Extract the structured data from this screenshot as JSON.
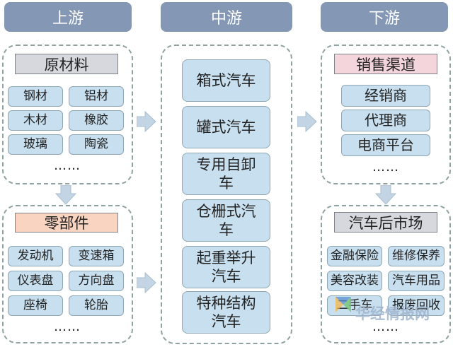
{
  "headers": {
    "upstream": "上游",
    "midstream": "中游",
    "downstream": "下游"
  },
  "raw_materials": {
    "title": "原材料",
    "items": [
      "钢材",
      "铝材",
      "木材",
      "橡胶",
      "玻璃",
      "陶瓷"
    ],
    "ellipsis": "……"
  },
  "parts": {
    "title": "零部件",
    "items": [
      "发动机",
      "变速箱",
      "仪表盘",
      "方向盘",
      "座椅",
      "轮胎"
    ],
    "ellipsis": "……"
  },
  "midstream_items": [
    "箱式汽车",
    "罐式汽车",
    "专用自卸车",
    "仓栅式汽车",
    "起重举升汽车",
    "特种结构汽车"
  ],
  "sales": {
    "title": "销售渠道",
    "items": [
      "经销商",
      "代理商",
      "电商平台"
    ],
    "ellipsis": "……"
  },
  "aftermarket": {
    "title": "汽车后市场",
    "items": [
      "金融保险",
      "维修保养",
      "美容改装",
      "汽车用品",
      "二手车",
      "报废回收"
    ],
    "ellipsis": "……"
  },
  "watermark": "华经情报网",
  "colors": {
    "header": "#8497b5",
    "item": "#c8dfef",
    "title_gray": "#d7d8de",
    "title_orange": "#f9d4c0",
    "title_pink": "#f5d5dc",
    "border_dashed": "#8fa2a2",
    "arrow": "#c3d5e4"
  }
}
